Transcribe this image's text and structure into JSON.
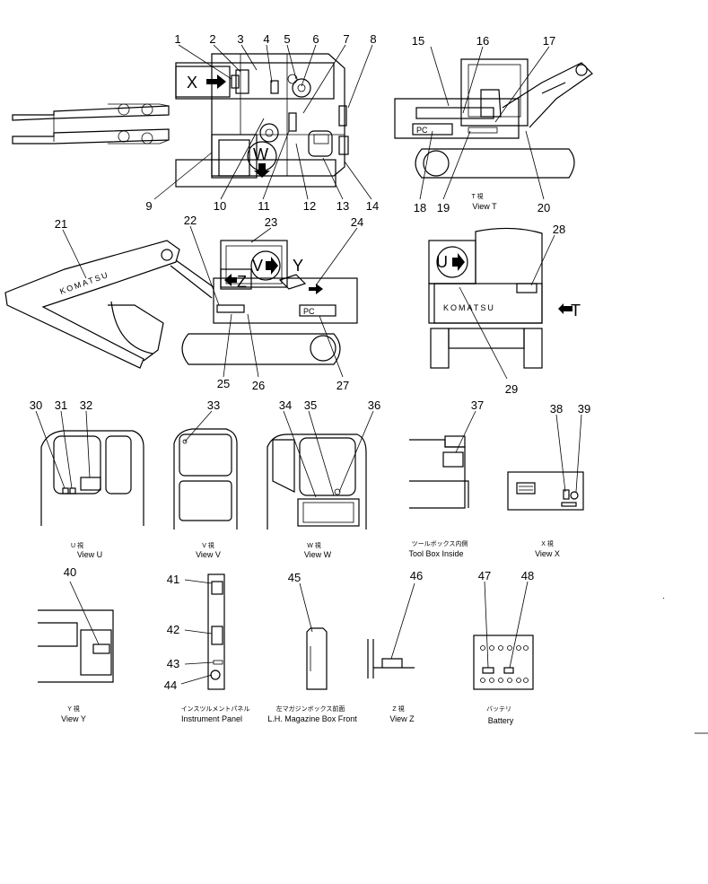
{
  "callouts": [
    "1",
    "2",
    "3",
    "4",
    "5",
    "6",
    "7",
    "8",
    "9",
    "10",
    "11",
    "12",
    "13",
    "14",
    "15",
    "16",
    "17",
    "18",
    "19",
    "20",
    "21",
    "22",
    "23",
    "24",
    "25",
    "26",
    "27",
    "28",
    "29",
    "30",
    "31",
    "32",
    "33",
    "34",
    "35",
    "36",
    "37",
    "38",
    "39",
    "40",
    "41",
    "42",
    "43",
    "44",
    "45",
    "46",
    "47",
    "48"
  ],
  "view_markers": {
    "x": "X",
    "w": "W",
    "v": "V",
    "y": "Y",
    "z": "Z",
    "u": "U",
    "t": "T"
  },
  "brand": "KOMATSU",
  "tag": "PC",
  "views": {
    "t_jp": "T 視",
    "t": "View T",
    "u_jp": "U 視",
    "u": "View U",
    "v_jp": "V 視",
    "v": "View V",
    "w_jp": "W 視",
    "w": "View W",
    "toolbox_jp": "ツールボックス内側",
    "toolbox": "Tool Box Inside",
    "x_jp": "X 視",
    "x": "View X",
    "y_jp": "Y 視",
    "y": "View Y",
    "panel_jp": "インスツルメントパネル",
    "panel": "Instrument Panel",
    "magazine_jp": "左マガジンボックス前面",
    "magazine": "L.H. Magazine Box Front",
    "z_jp": "Z 視",
    "z": "View Z",
    "battery_jp": "バッテリ",
    "battery": "Battery"
  }
}
